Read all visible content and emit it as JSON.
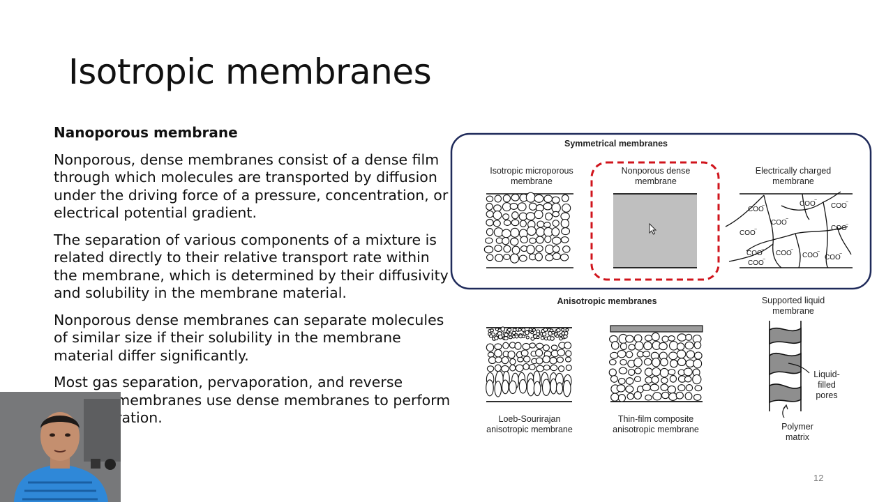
{
  "slide": {
    "title": "Isotropic membranes",
    "subheading": "Nanoporous membrane",
    "paragraphs": [
      "Nonporous, dense membranes consist of a dense film through which molecules are transported by diffusion under the driving force of a pressure, concentration, or electrical potential gradient.",
      "The separation of various components of a mixture is related directly to their relative transport rate within the membrane, which is determined by their diffusivity and solubility in the membrane material.",
      "Nonporous dense membranes can separate molecules of similar size if their solubility in the membrane material differ significantly.",
      "Most gas separation, pervaporation, and reverse osmosis membranes use dense membranes to perform the separation."
    ],
    "page_number": "12"
  },
  "figure": {
    "symmetrical_title": "Symmetrical membranes",
    "isotropic_label": "Isotropic microporous membrane",
    "nonporous_label": "Nonporous dense membrane",
    "charged_label": "Electrically charged membrane",
    "charge_group": "COO",
    "anisotropic_title": "Anisotropic membranes",
    "loeb_label": "Loeb-Sourirajan anisotropic membrane",
    "thinfilm_label": "Thin-film composite anisotropic membrane",
    "supported_label": "Supported liquid membrane",
    "liquid_pores_label": "Liquid-filled pores",
    "polymer_matrix_label": "Polymer matrix",
    "highlight_color": "#d0141c",
    "frame_color": "#1f2a5a"
  },
  "webcam": {
    "hoodie_color": "#2f88d8"
  }
}
